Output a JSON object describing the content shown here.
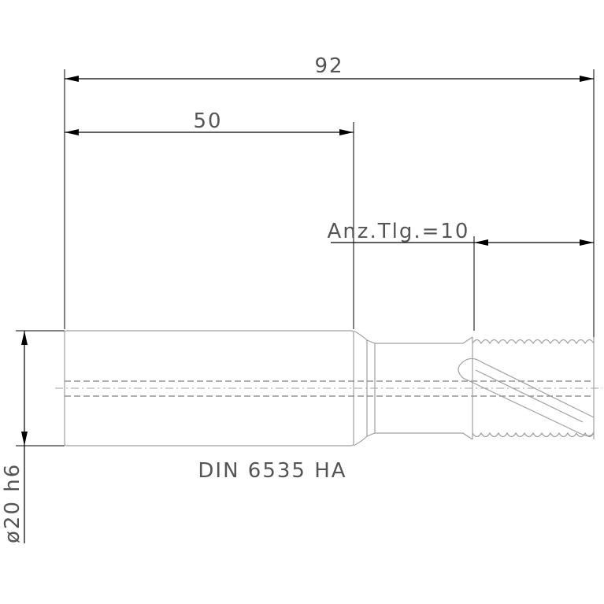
{
  "dimensions": {
    "overall_length": "92",
    "shank_length": "50",
    "thread_length": "Anz.Tlg.=10",
    "shank_diameter": "ø20 h6"
  },
  "standard": "DIN 6535 HA",
  "colors": {
    "dimension_lines": "#000000",
    "part_outline": "#a0a0a0",
    "text": "#555555"
  }
}
